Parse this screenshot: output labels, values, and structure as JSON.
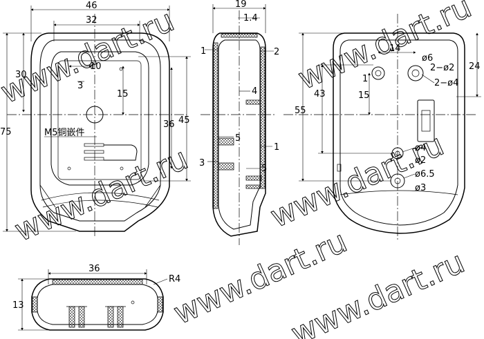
{
  "watermark": "www.dart.ru",
  "front_view": {
    "dim_width_outer": "46",
    "dim_width_inner": "32",
    "dim_height_total": "75",
    "dim_height_30": "30",
    "dim_10": "10",
    "dim_3": "3",
    "dim_15": "15",
    "dim_36": "36",
    "dim_45": "45",
    "insert_label": "M5铜嵌件"
  },
  "side_view": {
    "dim_depth": "19",
    "dim_wall": "1.4",
    "dim_1_top": "1",
    "dim_2": "2",
    "dim_4": "4",
    "dim_5_a": "5",
    "dim_1_mid": "1",
    "dim_3": "3",
    "dim_5_b": "5"
  },
  "back_view": {
    "dim_14": "14",
    "dim_d6": "ø6",
    "dim_2d2": "2−ø2",
    "dim_2d4": "2−ø4",
    "dim_24": "24",
    "dim_1": "1",
    "dim_43": "43",
    "dim_55": "55",
    "dim_15": "15",
    "dim_d4": "ø4",
    "dim_d2": "ø2",
    "dim_d65": "ø6.5",
    "dim_d3": "ø3"
  },
  "bottom_view": {
    "dim_width": "36",
    "dim_height": "13",
    "dim_radius": "R4"
  }
}
